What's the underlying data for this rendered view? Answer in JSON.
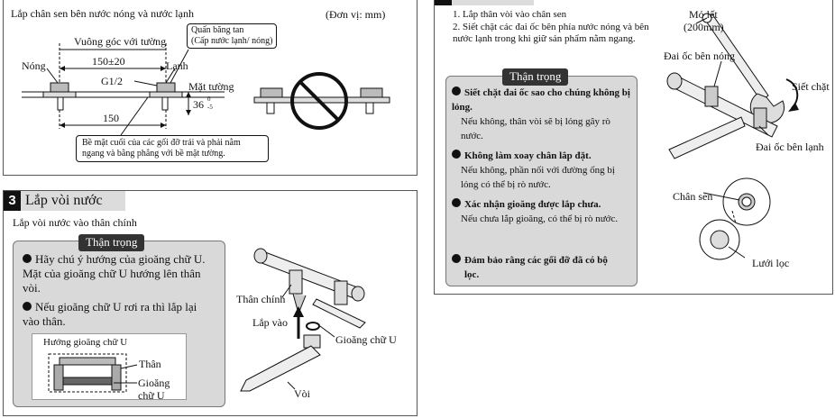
{
  "top_left": {
    "title": "Lắp chân sen bên nước nóng và nước lạnh",
    "unit": "(Đơn vị: mm)",
    "labels": {
      "perpendicular": "Vuông góc với tường",
      "width": "150±20",
      "hot": "Nóng",
      "cold": "Lạnh",
      "thread": "G1/2",
      "wall": "Mặt tường",
      "depth": "36",
      "depth_tol_top": "0",
      "depth_tol_bot": "-5",
      "base_width": "150",
      "tape1": "Quấn băng tan",
      "tape2": "(Cấp nước lạnh/ nóng)",
      "note": "Bề mặt cuối của các gối đỡ trái và phải nằm ngang và bằng phẳng với bề mặt tường."
    }
  },
  "section3": {
    "number": "3",
    "title": "Lắp vòi nước",
    "subtitle": "Lắp vòi nước vào thân chính",
    "caution": "Thận trọng",
    "items": [
      "Hãy chú ý hướng của gioăng chữ U. Mặt của gioăng chữ U hướng lên thân vòi.",
      "Nếu gioăng chữ U rơi ra thì lắp lại vào thân."
    ],
    "inset_title": "Hướng gioăng chữ U",
    "inset_body": "Thân",
    "inset_seal": "Gioăng chữ U",
    "diagram": {
      "body": "Thân chính",
      "install": "Lắp vào",
      "seal": "Gioăng chữ U",
      "spout": "Vòi"
    }
  },
  "right_panel": {
    "steps": [
      "1.  Lắp thân vòi vào chân sen",
      "2.  Siết chặt các đai ốc bên phía nước nóng và bên nước lạnh trong khi giữ sản phẩm nằm ngang."
    ],
    "caution": "Thận trọng",
    "items": [
      {
        "bold": "Siết chặt đai ốc sao cho chúng không bị lỏng.",
        "text": "Nếu không, thân vòi sẽ bị lỏng gây rò nước."
      },
      {
        "bold": "Không làm xoay chân lắp đặt.",
        "text": "Nếu không, phần nối với đường ống bị lỏng có thể bị rò nước."
      },
      {
        "bold": "Xác nhận gioăng được lắp chưa.",
        "text": "Nếu chưa lắp gioăng, có thể bị rò nước."
      },
      {
        "bold": "Đảm bảo rằng các gối đỡ đã có bộ lọc.",
        "text": ""
      }
    ],
    "diagram": {
      "wrench": "Mỏ lết",
      "wrench_size": "(200mm)",
      "hot_nut": "Đai ốc bên nóng",
      "tighten": "Siết chặt",
      "cold_nut": "Đai ốc bên lạnh",
      "shower_base": "Chân sen",
      "filter": "Lưới lọc"
    }
  }
}
